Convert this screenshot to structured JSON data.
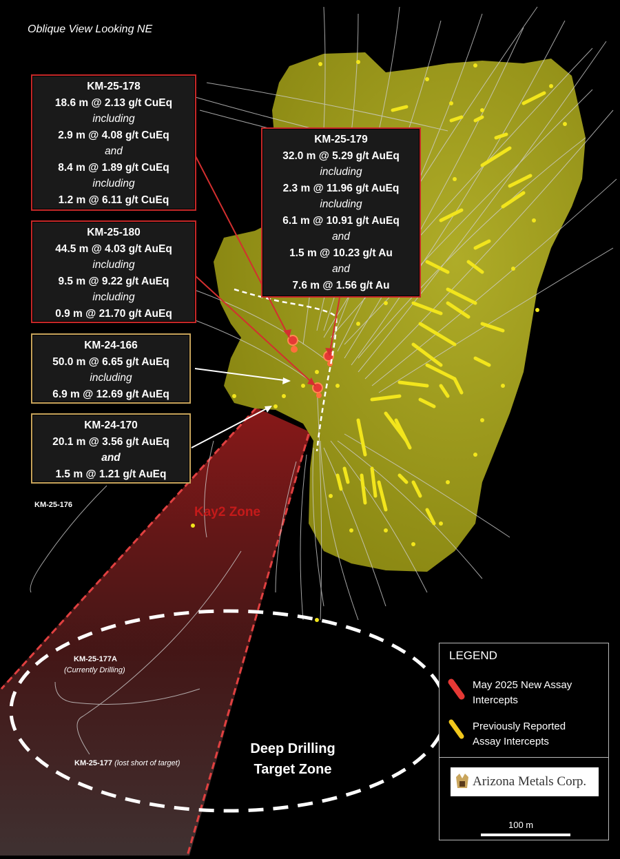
{
  "view_title": "Oblique View Looking NE",
  "callouts": [
    {
      "id": "km-25-178",
      "hole": "KM-25-178",
      "lines": [
        {
          "t": "18.6 m @ 2.13 g/t CuEq",
          "s": "b"
        },
        {
          "t": "including",
          "s": "i"
        },
        {
          "t": "2.9 m @ 4.08 g/t CuEq",
          "s": "b"
        },
        {
          "t": "and",
          "s": "i"
        },
        {
          "t": "8.4 m @ 1.89 g/t CuEq",
          "s": "b"
        },
        {
          "t": "including",
          "s": "i"
        },
        {
          "t": "1.2 m @ 6.11 g/t CuEq",
          "s": "b"
        }
      ]
    },
    {
      "id": "km-25-179",
      "hole": "KM-25-179",
      "lines": [
        {
          "t": "32.0 m @ 5.29 g/t AuEq",
          "s": "b"
        },
        {
          "t": "including",
          "s": "i"
        },
        {
          "t": "2.3 m @ 11.96 g/t AuEq",
          "s": "b"
        },
        {
          "t": "including",
          "s": "i"
        },
        {
          "t": "6.1 m @ 10.91 g/t AuEq",
          "s": "b"
        },
        {
          "t": "and",
          "s": "i"
        },
        {
          "t": "1.5 m @ 10.23 g/t Au",
          "s": "b"
        },
        {
          "t": "and",
          "s": "i"
        },
        {
          "t": "7.6 m @ 1.56 g/t Au",
          "s": "b"
        }
      ]
    },
    {
      "id": "km-25-180",
      "hole": "KM-25-180",
      "lines": [
        {
          "t": "44.5 m @ 4.03 g/t AuEq",
          "s": "b"
        },
        {
          "t": "including",
          "s": "i"
        },
        {
          "t": "9.5 m @ 9.22 g/t AuEq",
          "s": "b"
        },
        {
          "t": "including",
          "s": "i"
        },
        {
          "t": "0.9 m @ 21.70 g/t AuEq",
          "s": "b"
        }
      ]
    },
    {
      "id": "km-24-166",
      "hole": "KM-24-166",
      "lines": [
        {
          "t": "50.0 m @ 6.65 g/t AuEq",
          "s": "b"
        },
        {
          "t": "including",
          "s": "i"
        },
        {
          "t": "6.9 m @ 12.69 g/t AuEq",
          "s": "b"
        }
      ]
    },
    {
      "id": "km-24-170",
      "hole": "KM-24-170",
      "lines": [
        {
          "t": "20.1 m @ 3.56 g/t AuEq",
          "s": "b"
        },
        {
          "t": "and",
          "s": "bi"
        },
        {
          "t": "1.5 m @ 1.21 g/t AuEq",
          "s": "b"
        }
      ]
    }
  ],
  "labels": {
    "km_25_176": "KM-25-176",
    "km_25_177a": "KM-25-177A",
    "km_25_177a_note": "(Currently Drilling)",
    "km_25_177": "KM-25-177",
    "km_25_177_note": "(lost short of target)",
    "kay2_zone": "Kay2 Zone",
    "deep_zone_line1": "Deep Drilling",
    "deep_zone_line2": "Target Zone"
  },
  "legend": {
    "title": "LEGEND",
    "item1_line1": "May 2025 New Assay",
    "item1_line2": "Intercepts",
    "item2_line1": "Previously Reported",
    "item2_line2": "Assay Intercepts",
    "logo_text": "Arizona Metals Corp.",
    "scale_label": "100 m"
  },
  "colors": {
    "new_intercept": "#e53935",
    "previous_intercept": "#f2e51c",
    "callout_new_border": "#c62828",
    "callout_prev_border": "#c9a55c",
    "zone_body": "#9c9a14",
    "kay2_text": "#c41a1a"
  }
}
